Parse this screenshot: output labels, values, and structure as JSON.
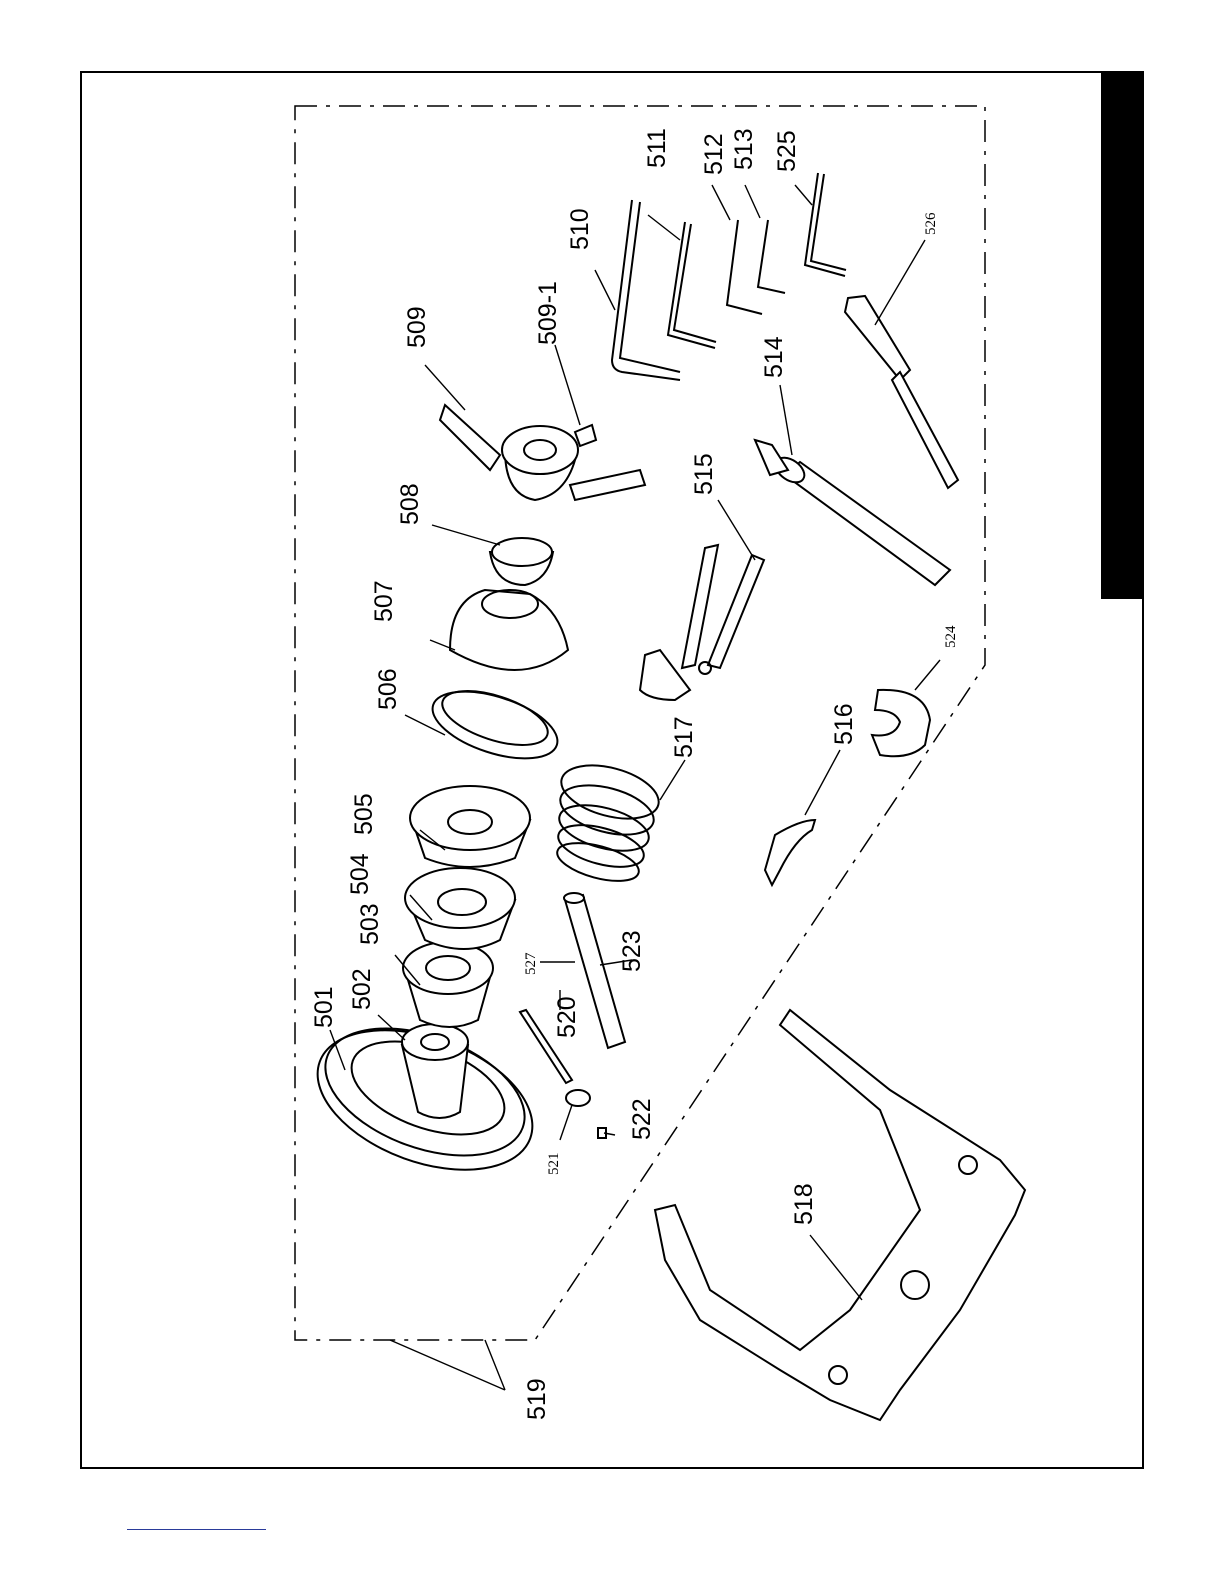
{
  "diagram": {
    "labels": {
      "p501": "501",
      "p502": "502",
      "p503": "503",
      "p504": "504",
      "p505": "505",
      "p506": "506",
      "p507": "507",
      "p508": "508",
      "p509": "509",
      "p509_1": "509-1",
      "p510": "510",
      "p511": "511",
      "p512": "512",
      "p513": "513",
      "p514": "514",
      "p515": "515",
      "p516": "516",
      "p517": "517",
      "p518": "518",
      "p519": "519",
      "p520": "520",
      "p521": "521",
      "p522": "522",
      "p523": "523",
      "p524": "524",
      "p525": "525",
      "p526": "526",
      "p527": "527"
    }
  },
  "colors": {
    "ink": "#000000",
    "footer_line": "#2a3b9a"
  }
}
